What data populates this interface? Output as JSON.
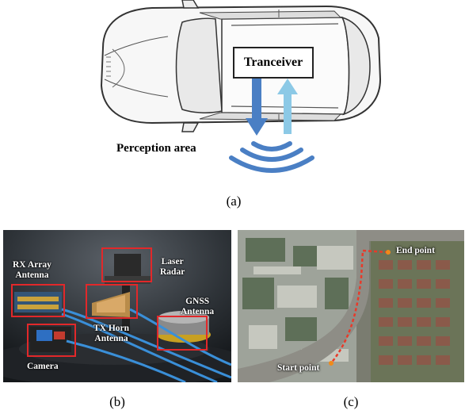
{
  "figure_a": {
    "transceiver_label": "Tranceiver",
    "perception_label": "Perception area",
    "caption": "(a)",
    "arrow_down_color": "#4a7fc4",
    "arrow_up_color": "#8cc9e6",
    "wave_color": "#4a7fc4"
  },
  "figure_b": {
    "caption": "(b)",
    "labels": {
      "rx_array": "RX Array\nAntenna",
      "laser_radar": "Laser\nRadar",
      "gnss": "GNSS\nAntenna",
      "tx_horn": "TX Horn\nAntenna",
      "camera": "Camera"
    },
    "box_color": "#e2282a"
  },
  "figure_c": {
    "caption": "(c)",
    "end_label": "End point",
    "start_label": "Start point",
    "route_color": "#e83a2a",
    "marker_color": "#f08a1a"
  }
}
